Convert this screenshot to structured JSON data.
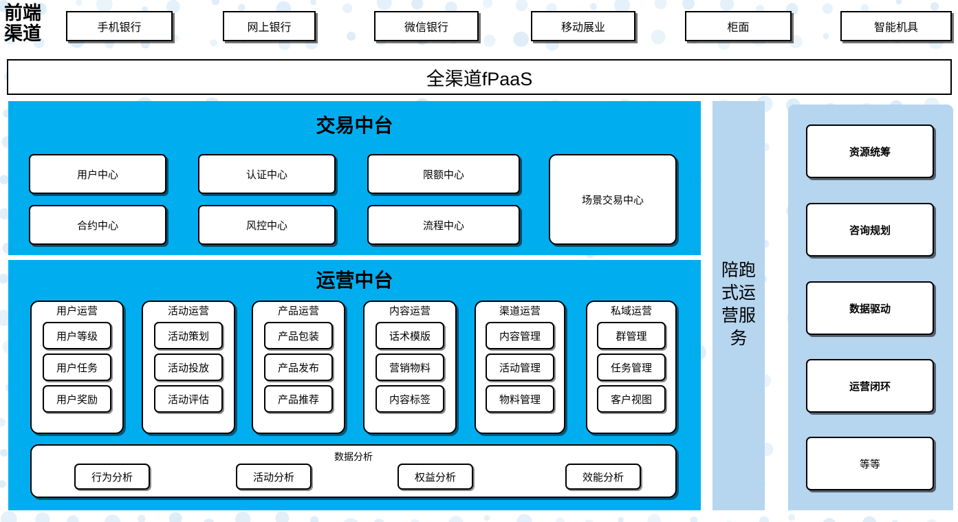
{
  "colors": {
    "cyan_panel": "#00aef0",
    "light_blue_panel": "#b6d5ef",
    "box_fill": "#ffffff",
    "box_border": "#000000",
    "dot_pattern": "#dcecf8"
  },
  "front_channels": {
    "label": "前端\n渠道",
    "items": [
      {
        "label": "手机银行"
      },
      {
        "label": "网上银行"
      },
      {
        "label": "微信银行"
      },
      {
        "label": "移动展业"
      },
      {
        "label": "柜面"
      },
      {
        "label": "智能机具"
      }
    ]
  },
  "platform_bar": {
    "label": "全渠道fPaaS"
  },
  "transaction_center": {
    "title": "交易中台",
    "cells": [
      {
        "label": "用户中心"
      },
      {
        "label": "认证中心"
      },
      {
        "label": "限额中心"
      },
      {
        "label": "合约中心"
      },
      {
        "label": "风控中心"
      },
      {
        "label": "流程中心"
      }
    ],
    "tall_cell": {
      "label": "场景交易中心"
    }
  },
  "operation_center": {
    "title": "运营中台",
    "groups": [
      {
        "title": "用户运营",
        "items": [
          "用户等级",
          "用户任务",
          "用户奖励"
        ]
      },
      {
        "title": "活动运营",
        "items": [
          "活动策划",
          "活动投放",
          "活动评估"
        ]
      },
      {
        "title": "产品运营",
        "items": [
          "产品包装",
          "产品发布",
          "产品推荐"
        ]
      },
      {
        "title": "内容运营",
        "items": [
          "话术模版",
          "营销物料",
          "内容标签"
        ]
      },
      {
        "title": "渠道运营",
        "items": [
          "内容管理",
          "活动管理",
          "物料管理"
        ]
      },
      {
        "title": "私域运营",
        "items": [
          "群管理",
          "任务管理",
          "客户视图"
        ]
      }
    ],
    "data_analysis": {
      "title": "数据分析",
      "items": [
        "行为分析",
        "活动分析",
        "权益分析",
        "效能分析"
      ]
    }
  },
  "service_column": {
    "label": "陪跑\n式运\n营服\n务"
  },
  "service_items": {
    "items": [
      {
        "label": "资源统筹",
        "bold": true
      },
      {
        "label": "咨询规划",
        "bold": true
      },
      {
        "label": "数据驱动",
        "bold": true
      },
      {
        "label": "运营闭环",
        "bold": true
      },
      {
        "label": "等等",
        "bold": false
      }
    ]
  }
}
